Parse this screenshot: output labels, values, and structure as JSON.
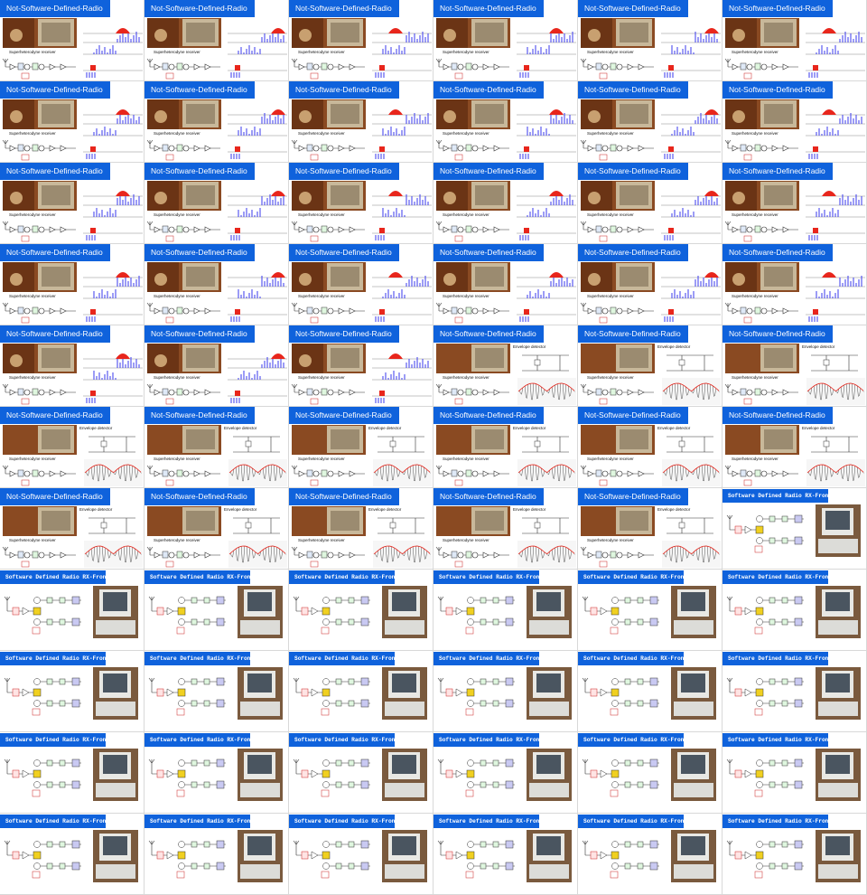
{
  "slides": [
    {
      "type": "radio",
      "title": "Not-Software-Defined-Radio",
      "caption": "Superheterodyne receiver"
    },
    {
      "type": "radio",
      "title": "Not-Software-Defined-Radio",
      "caption": "Superheterodyne receiver"
    },
    {
      "type": "radio",
      "title": "Not-Software-Defined-Radio",
      "caption": "Superheterodyne receiver"
    },
    {
      "type": "radio",
      "title": "Not-Software-Defined-Radio",
      "caption": "Superheterodyne receiver"
    },
    {
      "type": "radio",
      "title": "Not-Software-Defined-Radio",
      "caption": "Superheterodyne receiver"
    },
    {
      "type": "radio",
      "title": "Not-Software-Defined-Radio",
      "caption": "Superheterodyne receiver"
    },
    {
      "type": "radio",
      "title": "Not-Software-Defined-Radio",
      "caption": "Superheterodyne receiver"
    },
    {
      "type": "radio",
      "title": "Not-Software-Defined-Radio",
      "caption": "Superheterodyne receiver"
    },
    {
      "type": "radio",
      "title": "Not-Software-Defined-Radio",
      "caption": "Superheterodyne receiver"
    },
    {
      "type": "radio",
      "title": "Not-Software-Defined-Radio",
      "caption": "Superheterodyne receiver"
    },
    {
      "type": "radio",
      "title": "Not-Software-Defined-Radio",
      "caption": "Superheterodyne receiver"
    },
    {
      "type": "radio",
      "title": "Not-Software-Defined-Radio",
      "caption": "Superheterodyne receiver"
    },
    {
      "type": "radio",
      "title": "Not-Software-Defined-Radio",
      "caption": "Superheterodyne receiver"
    },
    {
      "type": "radio",
      "title": "Not-Software-Defined-Radio",
      "caption": "Superheterodyne receiver"
    },
    {
      "type": "radio",
      "title": "Not-Software-Defined-Radio",
      "caption": "Superheterodyne receiver"
    },
    {
      "type": "radio",
      "title": "Not-Software-Defined-Radio",
      "caption": "Superheterodyne receiver"
    },
    {
      "type": "radio",
      "title": "Not-Software-Defined-Radio",
      "caption": "Superheterodyne receiver"
    },
    {
      "type": "radio",
      "title": "Not-Software-Defined-Radio",
      "caption": "Superheterodyne receiver"
    },
    {
      "type": "radio",
      "title": "Not-Software-Defined-Radio",
      "caption": "Superheterodyne receiver"
    },
    {
      "type": "radio",
      "title": "Not-Software-Defined-Radio",
      "caption": "Superheterodyne receiver"
    },
    {
      "type": "radio",
      "title": "Not-Software-Defined-Radio",
      "caption": "Superheterodyne receiver"
    },
    {
      "type": "radio",
      "title": "Not-Software-Defined-Radio",
      "caption": "Superheterodyne receiver"
    },
    {
      "type": "radio",
      "title": "Not-Software-Defined-Radio",
      "caption": "Superheterodyne receiver"
    },
    {
      "type": "radio",
      "title": "Not-Software-Defined-Radio",
      "caption": "Superheterodyne receiver"
    },
    {
      "type": "radio",
      "title": "Not-Software-Defined-Radio",
      "caption": "Superheterodyne receiver"
    },
    {
      "type": "radio",
      "title": "Not-Software-Defined-Radio",
      "caption": "Superheterodyne receiver"
    },
    {
      "type": "radio",
      "title": "Not-Software-Defined-Radio",
      "caption": "Superheterodyne receiver"
    },
    {
      "type": "envelope",
      "title": "Not-Software-Defined-Radio",
      "caption": "Superheterodyne receiver",
      "detector": "Envelope detector"
    },
    {
      "type": "envelope",
      "title": "Not-Software-Defined-Radio",
      "caption": "Superheterodyne receiver",
      "detector": "Envelope detector"
    },
    {
      "type": "envelope",
      "title": "Not-Software-Defined-Radio",
      "caption": "Superheterodyne receiver",
      "detector": "Envelope detector"
    },
    {
      "type": "envelope",
      "title": "Not-Software-Defined-Radio",
      "caption": "Superheterodyne receiver",
      "detector": "Envelope detector"
    },
    {
      "type": "envelope",
      "title": "Not-Software-Defined-Radio",
      "caption": "Superheterodyne receiver",
      "detector": "Envelope detector"
    },
    {
      "type": "envelope",
      "title": "Not-Software-Defined-Radio",
      "caption": "Superheterodyne receiver",
      "detector": "Envelope detector"
    },
    {
      "type": "envelope",
      "title": "Not-Software-Defined-Radio",
      "caption": "Superheterodyne receiver",
      "detector": "Envelope detector"
    },
    {
      "type": "envelope",
      "title": "Not-Software-Defined-Radio",
      "caption": "Superheterodyne receiver",
      "detector": "Envelope detector"
    },
    {
      "type": "envelope",
      "title": "Not-Software-Defined-Radio",
      "caption": "Superheterodyne receiver",
      "detector": "Envelope detector"
    },
    {
      "type": "envelope",
      "title": "Not-Software-Defined-Radio",
      "caption": "Superheterodyne receiver",
      "detector": "Envelope detector"
    },
    {
      "type": "envelope",
      "title": "Not-Software-Defined-Radio",
      "caption": "Superheterodyne receiver",
      "detector": "Envelope detector"
    },
    {
      "type": "envelope",
      "title": "Not-Software-Defined-Radio",
      "caption": "Superheterodyne receiver",
      "detector": "Envelope detector"
    },
    {
      "type": "envelope",
      "title": "Not-Software-Defined-Radio",
      "caption": "Superheterodyne receiver",
      "detector": "Envelope detector"
    },
    {
      "type": "envelope",
      "title": "Not-Software-Defined-Radio",
      "caption": "Superheterodyne receiver",
      "detector": "Envelope detector"
    },
    {
      "type": "sdr",
      "title": "Software Defined Radio RX-Frontend"
    },
    {
      "type": "sdr",
      "title": "Software Defined Radio RX-Frontend"
    },
    {
      "type": "sdr",
      "title": "Software Defined Radio RX-Frontend"
    },
    {
      "type": "sdr",
      "title": "Software Defined Radio RX-Frontend"
    },
    {
      "type": "sdr",
      "title": "Software Defined Radio RX-Frontend"
    },
    {
      "type": "sdr",
      "title": "Software Defined Radio RX-Frontend"
    },
    {
      "type": "sdr",
      "title": "Software Defined Radio RX-Frontend"
    },
    {
      "type": "sdr",
      "title": "Software Defined Radio RX-Frontend"
    },
    {
      "type": "sdr",
      "title": "Software Defined Radio RX-Frontend"
    },
    {
      "type": "sdr",
      "title": "Software Defined Radio RX-Frontend"
    },
    {
      "type": "sdr",
      "title": "Software Defined Radio RX-Frontend"
    },
    {
      "type": "sdr",
      "title": "Software Defined Radio RX-Frontend"
    },
    {
      "type": "sdr",
      "title": "Software Defined Radio RX-Frontend"
    },
    {
      "type": "sdr",
      "title": "Software Defined Radio RX-Frontend"
    },
    {
      "type": "sdr",
      "title": "Software Defined Radio RX-Frontend"
    },
    {
      "type": "sdr",
      "title": "Software Defined Radio RX-Frontend"
    },
    {
      "type": "sdr",
      "title": "Software Defined Radio RX-Frontend"
    },
    {
      "type": "sdr",
      "title": "Software Defined Radio RX-Frontend"
    },
    {
      "type": "sdr",
      "title": "Software Defined Radio RX-Frontend"
    },
    {
      "type": "sdr",
      "title": "Software Defined Radio RX-Frontend"
    },
    {
      "type": "sdr",
      "title": "Software Defined Radio RX-Frontend"
    },
    {
      "type": "sdr",
      "title": "Software Defined Radio RX-Frontend"
    },
    {
      "type": "sdr",
      "title": "Software Defined Radio RX-Frontend"
    },
    {
      "type": "sdr",
      "title": "Software Defined Radio RX-Frontend"
    },
    {
      "type": "sdr",
      "title": "Software Defined Radio RX-Frontend"
    }
  ],
  "colors": {
    "title_bar": "#0f62dc",
    "spectrum": "#3a3aee",
    "highlight": "#e8261c",
    "mixer": "#f0d020"
  }
}
